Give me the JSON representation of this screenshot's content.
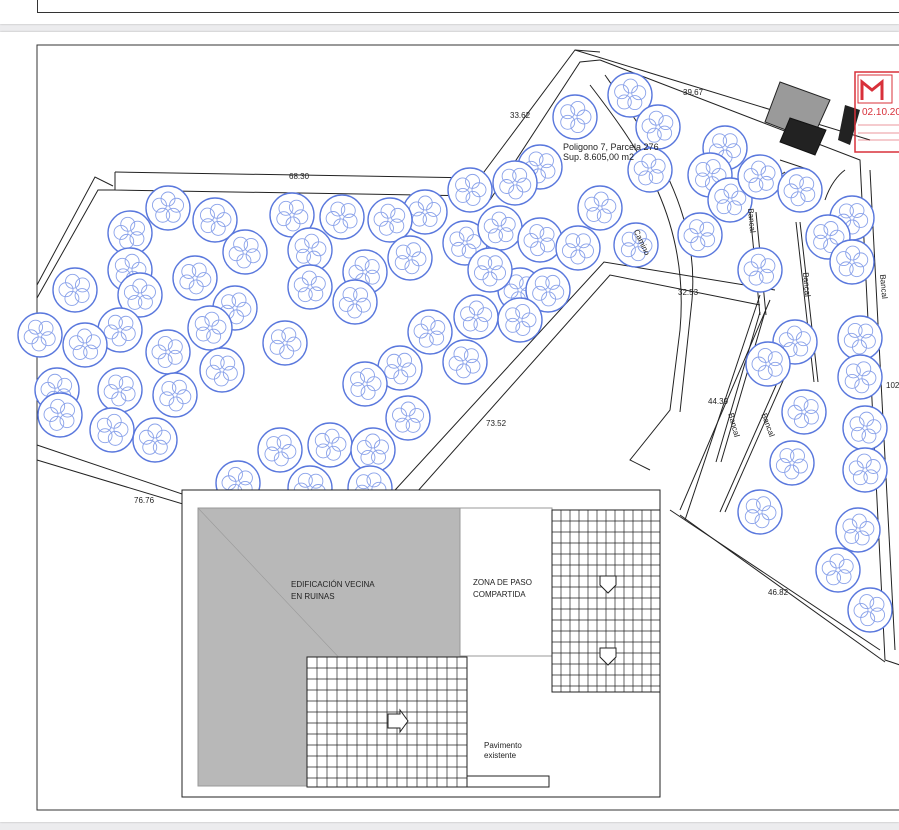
{
  "viewer": {
    "title": ""
  },
  "plot": {
    "parcel_line1": "Poligono 7, Parcela 276",
    "parcel_line2": "Sup. 8.605,00 m2",
    "camino": "Camino",
    "bancal": "Bancal"
  },
  "dimensions": {
    "d1": "33.62",
    "d2": "39.67",
    "d3": "68.30",
    "d4": "32.53",
    "d5": "73.52",
    "d6": "44.39",
    "d7": "76.76",
    "d8": "46.82",
    "d9": "102"
  },
  "detail": {
    "edificacion_line1": "EDIFICACIÓN VECINA",
    "edificacion_line2": "EN RUINAS",
    "zona_line1": "ZONA DE PASO",
    "zona_line2": "COMPARTIDA",
    "pavimento_line1": "Pavimento",
    "pavimento_line2": "existente"
  },
  "stamp": {
    "date": "02.10.20",
    "color": "#d8303a"
  },
  "colors": {
    "tree": "#5a78dd",
    "ruin_fill": "#b8b8b8",
    "page_bg": "#ececee"
  }
}
